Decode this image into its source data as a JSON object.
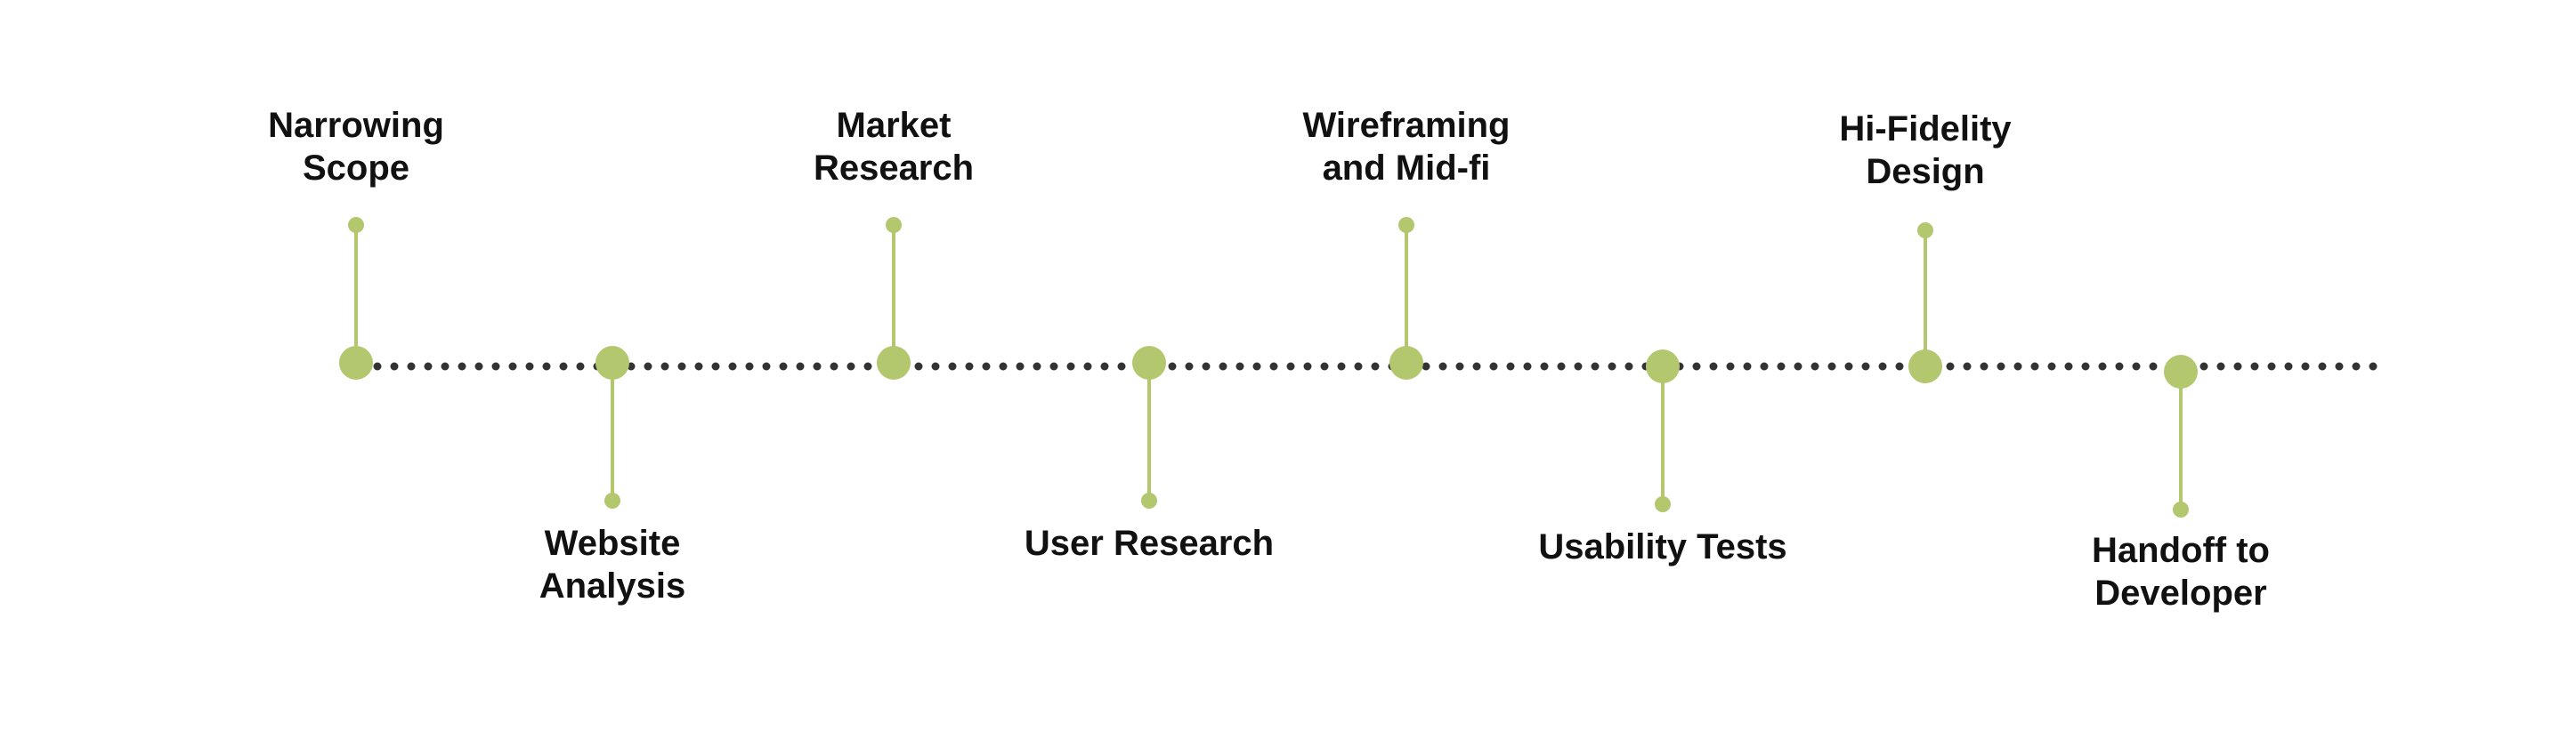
{
  "colors": {
    "accent": "#b3c76f",
    "axis_dots": "#333333",
    "text": "#111111",
    "background": "#ffffff"
  },
  "steps": [
    {
      "label": "Narrowing\nScope",
      "side": "top"
    },
    {
      "label": "Website\nAnalysis",
      "side": "bottom"
    },
    {
      "label": "Market\nResearch",
      "side": "top"
    },
    {
      "label": "User Research",
      "side": "bottom"
    },
    {
      "label": "Wireframing\nand Mid-fi",
      "side": "top"
    },
    {
      "label": "Usability Tests",
      "side": "bottom"
    },
    {
      "label": "Hi-Fidelity\nDesign",
      "side": "top"
    },
    {
      "label": "Handoff to\nDeveloper",
      "side": "bottom"
    }
  ]
}
